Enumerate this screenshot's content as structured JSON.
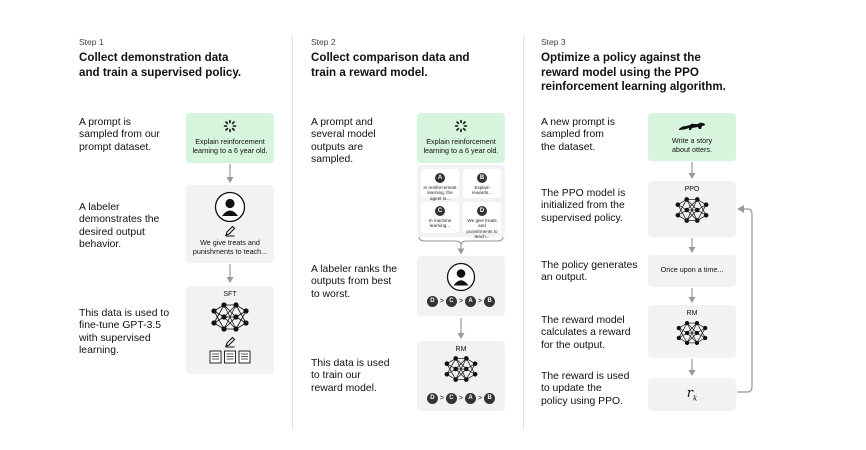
{
  "step1": {
    "label": "Step 1",
    "title_line1": "Collect demonstration data",
    "title_line2": "and train a supervised policy.",
    "desc1": [
      "A prompt is",
      "sampled from our",
      "prompt dataset."
    ],
    "desc2": [
      "A labeler",
      "demonstrates the",
      "desired output",
      "behavior."
    ],
    "desc3": [
      "This data is used to",
      "fine-tune GPT-3.5",
      "with supervised",
      "learning."
    ],
    "prompt": [
      "Explain reinforcement",
      "learning to a 6 year old."
    ],
    "demo": [
      "We give treats and",
      "punishments to teach..."
    ],
    "model_label": "SFT"
  },
  "step2": {
    "label": "Step 2",
    "title_line1": "Collect comparison data and",
    "title_line2": "train a reward model.",
    "desc1": [
      "A prompt and",
      "several model",
      "outputs are",
      "sampled."
    ],
    "desc2": [
      "A labeler ranks the",
      "outputs from best",
      "to worst."
    ],
    "desc3": [
      "This data is used",
      "to train our",
      "reward model."
    ],
    "prompt": [
      "Explain reinforcement",
      "learning to a 6 year old."
    ],
    "outputs": [
      {
        "letter": "A",
        "text": [
          "In reinforcement",
          "learning, the",
          "agent is..."
        ]
      },
      {
        "letter": "B",
        "text": [
          "Explain rewards..."
        ]
      },
      {
        "letter": "C",
        "text": [
          "In machine",
          "learning..."
        ]
      },
      {
        "letter": "D",
        "text": [
          "We give treats and",
          "punishments to",
          "teach..."
        ]
      }
    ],
    "ranking": [
      "D",
      ">",
      "C",
      ">",
      "A",
      ">",
      "B"
    ],
    "model_label": "RM"
  },
  "step3": {
    "label": "Step 3",
    "title_line1": "Optimize a policy against the",
    "title_line2": "reward model using the PPO",
    "title_line3": "reinforcement learning algorithm.",
    "desc1": [
      "A new prompt is",
      "sampled from",
      "the dataset."
    ],
    "desc2": [
      "The PPO model is",
      "initialized from the",
      "supervised policy."
    ],
    "desc3": [
      "The policy generates",
      "an output."
    ],
    "desc4": [
      "The reward model",
      "calculates a reward",
      "for the output."
    ],
    "desc5": [
      "The reward is used",
      "to update the",
      "policy using PPO."
    ],
    "prompt": [
      "Write a story",
      "about otters."
    ],
    "ppo_label": "PPO",
    "output_text": "Once upon a time...",
    "rm_label": "RM",
    "reward_symbol": "r",
    "reward_sub": "k"
  },
  "colors": {
    "prompt_bg": "#d6f5dc",
    "panel_bg": "#f2f2f2",
    "arrow": "#999999"
  }
}
